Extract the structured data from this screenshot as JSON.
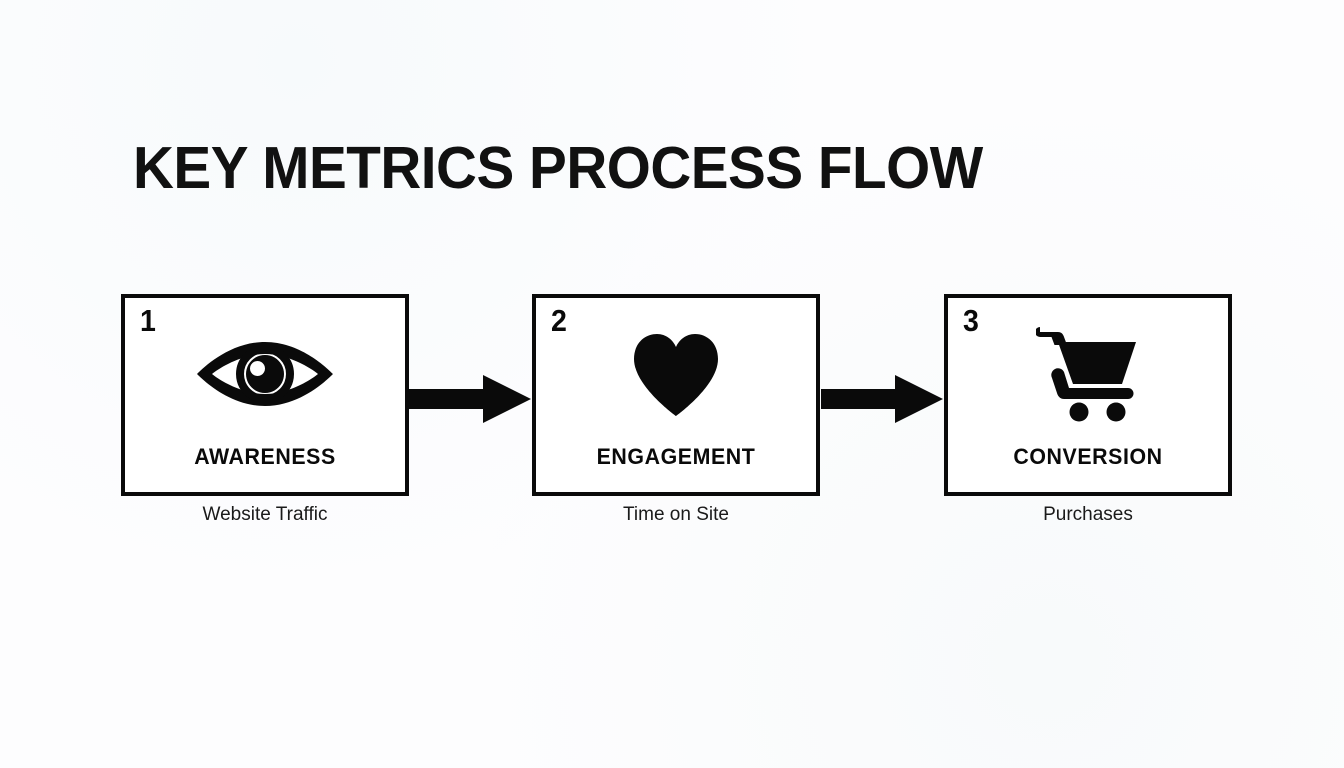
{
  "page": {
    "title": "KEY METRICS PROCESS FLOW",
    "background_color": "#fdfdfd",
    "ink_color": "#0a0a0a"
  },
  "steps": [
    {
      "number": "1",
      "icon": "eye-icon",
      "label": "AWARENESS",
      "caption": "Website Traffic"
    },
    {
      "number": "2",
      "icon": "heart-icon",
      "label": "ENGAGEMENT",
      "caption": "Time on Site"
    },
    {
      "number": "3",
      "icon": "shopping-cart-icon",
      "label": "CONVERSION",
      "caption": "Purchases"
    }
  ],
  "connectors": [
    {
      "icon": "arrow-right-icon",
      "from": "AWARENESS",
      "to": "ENGAGEMENT"
    },
    {
      "icon": "arrow-right-icon",
      "from": "ENGAGEMENT",
      "to": "CONVERSION"
    }
  ]
}
